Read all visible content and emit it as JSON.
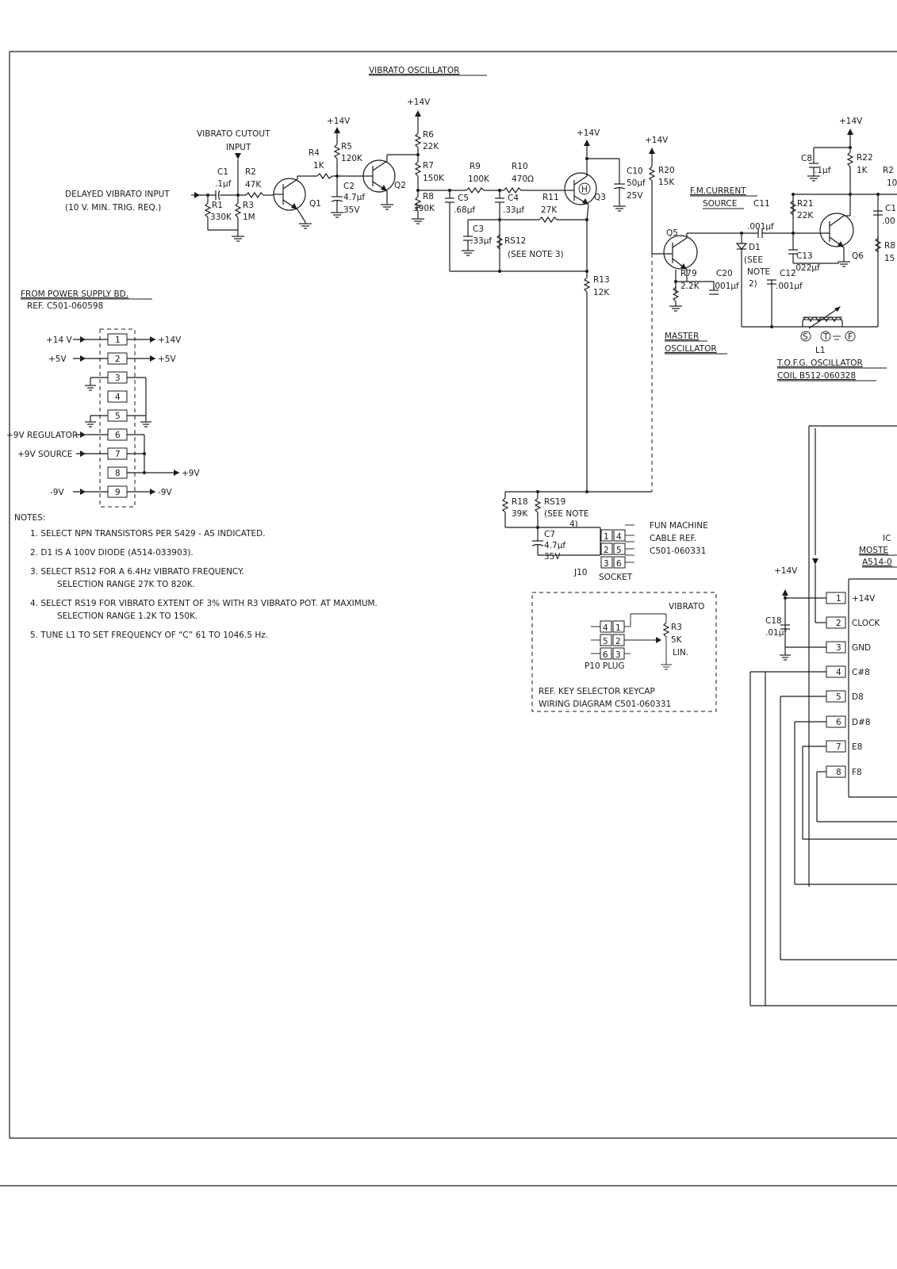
{
  "title": "VIBRATO OSCILLATOR",
  "input_labels": {
    "delayed_line1": "DELAYED VIBRATO INPUT",
    "delayed_line2": "(10 V. MIN. TRIG. REQ.)",
    "cutout_line1": "VIBRATO CUTOUT",
    "cutout_line2": "INPUT"
  },
  "rails": {
    "v14": "+14V"
  },
  "components": {
    "c1": [
      "C1",
      ".1µf"
    ],
    "r2": [
      "R2",
      "47K"
    ],
    "r1": [
      "R1",
      "330K"
    ],
    "r3": [
      "R3",
      "1M"
    ],
    "r4": [
      "R4",
      "1K"
    ],
    "r5": [
      "R5",
      "120K"
    ],
    "c2": [
      "C2",
      "4.7µf",
      "35V"
    ],
    "q1": "Q1",
    "q2": "Q2",
    "r6": [
      "R6",
      "22K"
    ],
    "r7": [
      "R7",
      "150K"
    ],
    "r8": [
      "R8",
      "390K"
    ],
    "r9": [
      "R9",
      "100K"
    ],
    "r10": [
      "R10",
      "470Ω"
    ],
    "c5": [
      "C5",
      ".68µf"
    ],
    "c4": [
      "C4",
      ".33µf"
    ],
    "r11": [
      "R11",
      "27K"
    ],
    "c3": [
      "C3",
      ".33µf"
    ],
    "rs12": [
      "RS12",
      "(SEE NOTE 3)"
    ],
    "q3": "Q3",
    "c10": [
      "C10",
      "50µf",
      "25V"
    ],
    "r20": [
      "R20",
      "15K"
    ],
    "r13": [
      "R13",
      "12K"
    ],
    "q5": "Q5",
    "fm": [
      "F.M.CURRENT",
      "SOURCE"
    ],
    "c11": [
      "C11",
      ".001µf"
    ],
    "r79": [
      "R79",
      "2.2K"
    ],
    "c20": [
      "C20",
      ".001µf"
    ],
    "d1": [
      "D1",
      "(SEE",
      "NOTE",
      "2)"
    ],
    "c12": [
      "C12",
      ".001µf"
    ],
    "r21": [
      "R21",
      "22K"
    ],
    "c13": [
      "C13",
      ".022µf"
    ],
    "q6": "Q6",
    "c8": [
      "C8",
      ".1µf"
    ],
    "r22": [
      "R22",
      "1K"
    ],
    "l1": "L1",
    "coil": [
      "T.O.F.G. OSCILLATOR",
      "COIL B512-060328"
    ],
    "master": [
      "MASTER",
      "OSCILLATOR"
    ],
    "edge": [
      "R2",
      "10",
      "C1",
      ".00",
      "R8",
      "15"
    ],
    "r18": [
      "R18",
      "39K"
    ],
    "rs19": [
      "RS19",
      "(SEE NOTE",
      "4)"
    ],
    "c7": [
      "C7",
      "4.7µf",
      "35V"
    ],
    "c18": [
      "C18",
      ".01µf"
    ],
    "coil_pins": [
      "S",
      "T",
      "F"
    ]
  },
  "power": {
    "title": "FROM POWER SUPPLY BD.",
    "ref": "REF. C501-060598",
    "pins": [
      "1",
      "2",
      "3",
      "4",
      "5",
      "6",
      "7",
      "8",
      "9"
    ],
    "left": [
      "+14 V",
      "+5V",
      "+9V REGULATOR",
      "+9V SOURCE",
      "-9V"
    ],
    "right": [
      "+14V",
      "+5V",
      "+9V",
      "-9V"
    ]
  },
  "j10": {
    "pins_l": [
      "1",
      "2",
      "3"
    ],
    "pins_r": [
      "4",
      "5",
      "6"
    ],
    "label": "J10",
    "socket": "SOCKET",
    "cable": [
      "FUN MACHINE",
      "CABLE REF.",
      "C501-060331"
    ]
  },
  "p10": {
    "pins_l": [
      "4",
      "5",
      "6"
    ],
    "pins_r": [
      "1",
      "2",
      "3"
    ],
    "label": "P10 PLUG",
    "vibrato": "VIBRATO",
    "r3": [
      "R3",
      "5K",
      "LIN."
    ],
    "ref": [
      "REF. KEY SELECTOR KEYCAP",
      "WIRING DIAGRAM C501-060331"
    ]
  },
  "notes": {
    "heading": "NOTES:",
    "items": [
      "1. SELECT NPN TRANSISTORS PER S429 - AS INDICATED.",
      "2. D1 IS A 100V DIODE (A514-033903).",
      "3. SELECT RS12 FOR A 6.4Hz VIBRATO FREQUENCY.",
      "SELECTION RANGE 27K TO 820K.",
      "4. SELECT RS19 FOR VIBRATO EXTENT OF 3% WITH R3 VIBRATO POT. AT MAXIMUM.",
      "SELECTION RANGE 1.2K TO 150K.",
      "5. TUNE L1 TO SET FREQUENCY OF “C” 61 TO 1046.5 Hz."
    ]
  },
  "ic": {
    "title": "IC",
    "mfr": "MOSTE",
    "part": "A514-0",
    "pins": [
      "1",
      "2",
      "3",
      "4",
      "5",
      "6",
      "7",
      "8"
    ],
    "names": [
      "+14V",
      "CLOCK",
      "GND",
      "C#8",
      "D8",
      "D#8",
      "E8",
      "F8"
    ]
  }
}
